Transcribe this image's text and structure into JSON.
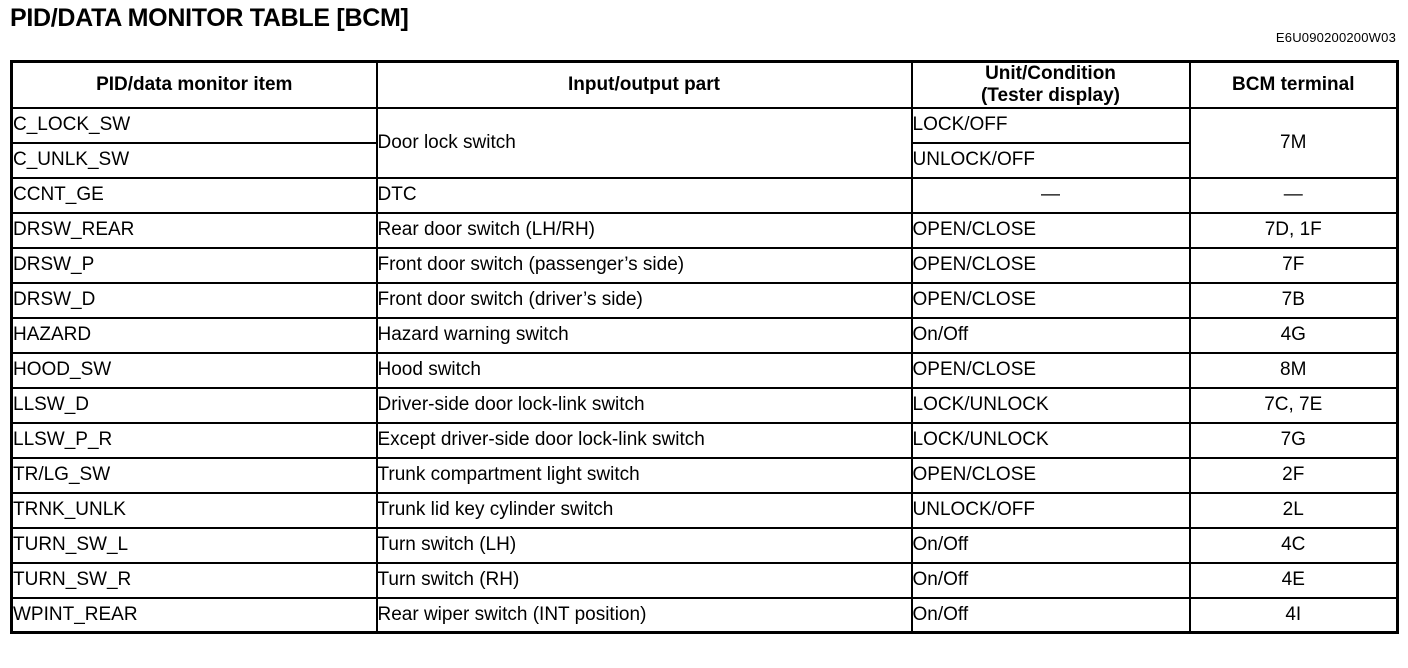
{
  "page": {
    "title": "PID/DATA MONITOR TABLE [BCM]",
    "doc_code": "E6U090200200W03"
  },
  "table": {
    "headers": {
      "item": "PID/data monitor item",
      "part": "Input/output part",
      "unit_line1": "Unit/Condition",
      "unit_line2": "(Tester display)",
      "terminal": "BCM terminal"
    },
    "rows": [
      {
        "item": "C_LOCK_SW",
        "part": "Door lock switch",
        "part_rowspan": 2,
        "unit": "LOCK/OFF",
        "terminal": "7M",
        "terminal_rowspan": 2
      },
      {
        "item": "C_UNLK_SW",
        "unit": "UNLOCK/OFF"
      },
      {
        "item": "CCNT_GE",
        "part": "DTC",
        "unit": "—",
        "terminal": "—"
      },
      {
        "item": "DRSW_REAR",
        "part": "Rear door switch (LH/RH)",
        "unit": "OPEN/CLOSE",
        "terminal": "7D, 1F"
      },
      {
        "item": "DRSW_P",
        "part": "Front door switch (passenger’s side)",
        "unit": "OPEN/CLOSE",
        "terminal": "7F"
      },
      {
        "item": "DRSW_D",
        "part": "Front door switch (driver’s side)",
        "unit": "OPEN/CLOSE",
        "terminal": "7B"
      },
      {
        "item": "HAZARD",
        "part": "Hazard warning switch",
        "unit": "On/Off",
        "terminal": "4G"
      },
      {
        "item": "HOOD_SW",
        "part": "Hood switch",
        "unit": "OPEN/CLOSE",
        "terminal": "8M"
      },
      {
        "item": "LLSW_D",
        "part": "Driver-side door lock-link switch",
        "unit": "LOCK/UNLOCK",
        "terminal": "7C, 7E"
      },
      {
        "item": "LLSW_P_R",
        "part": "Except driver-side door lock-link switch",
        "unit": "LOCK/UNLOCK",
        "terminal": "7G"
      },
      {
        "item": "TR/LG_SW",
        "part": "Trunk compartment light switch",
        "unit": "OPEN/CLOSE",
        "terminal": "2F"
      },
      {
        "item": "TRNK_UNLK",
        "part": "Trunk lid key cylinder switch",
        "unit": "UNLOCK/OFF",
        "terminal": "2L"
      },
      {
        "item": "TURN_SW_L",
        "part": "Turn switch (LH)",
        "unit": "On/Off",
        "terminal": "4C"
      },
      {
        "item": "TURN_SW_R",
        "part": "Turn switch (RH)",
        "unit": "On/Off",
        "terminal": "4E"
      },
      {
        "item": "WPINT_REAR",
        "part": "Rear wiper switch (INT position)",
        "unit": "On/Off",
        "terminal": "4I"
      }
    ]
  }
}
